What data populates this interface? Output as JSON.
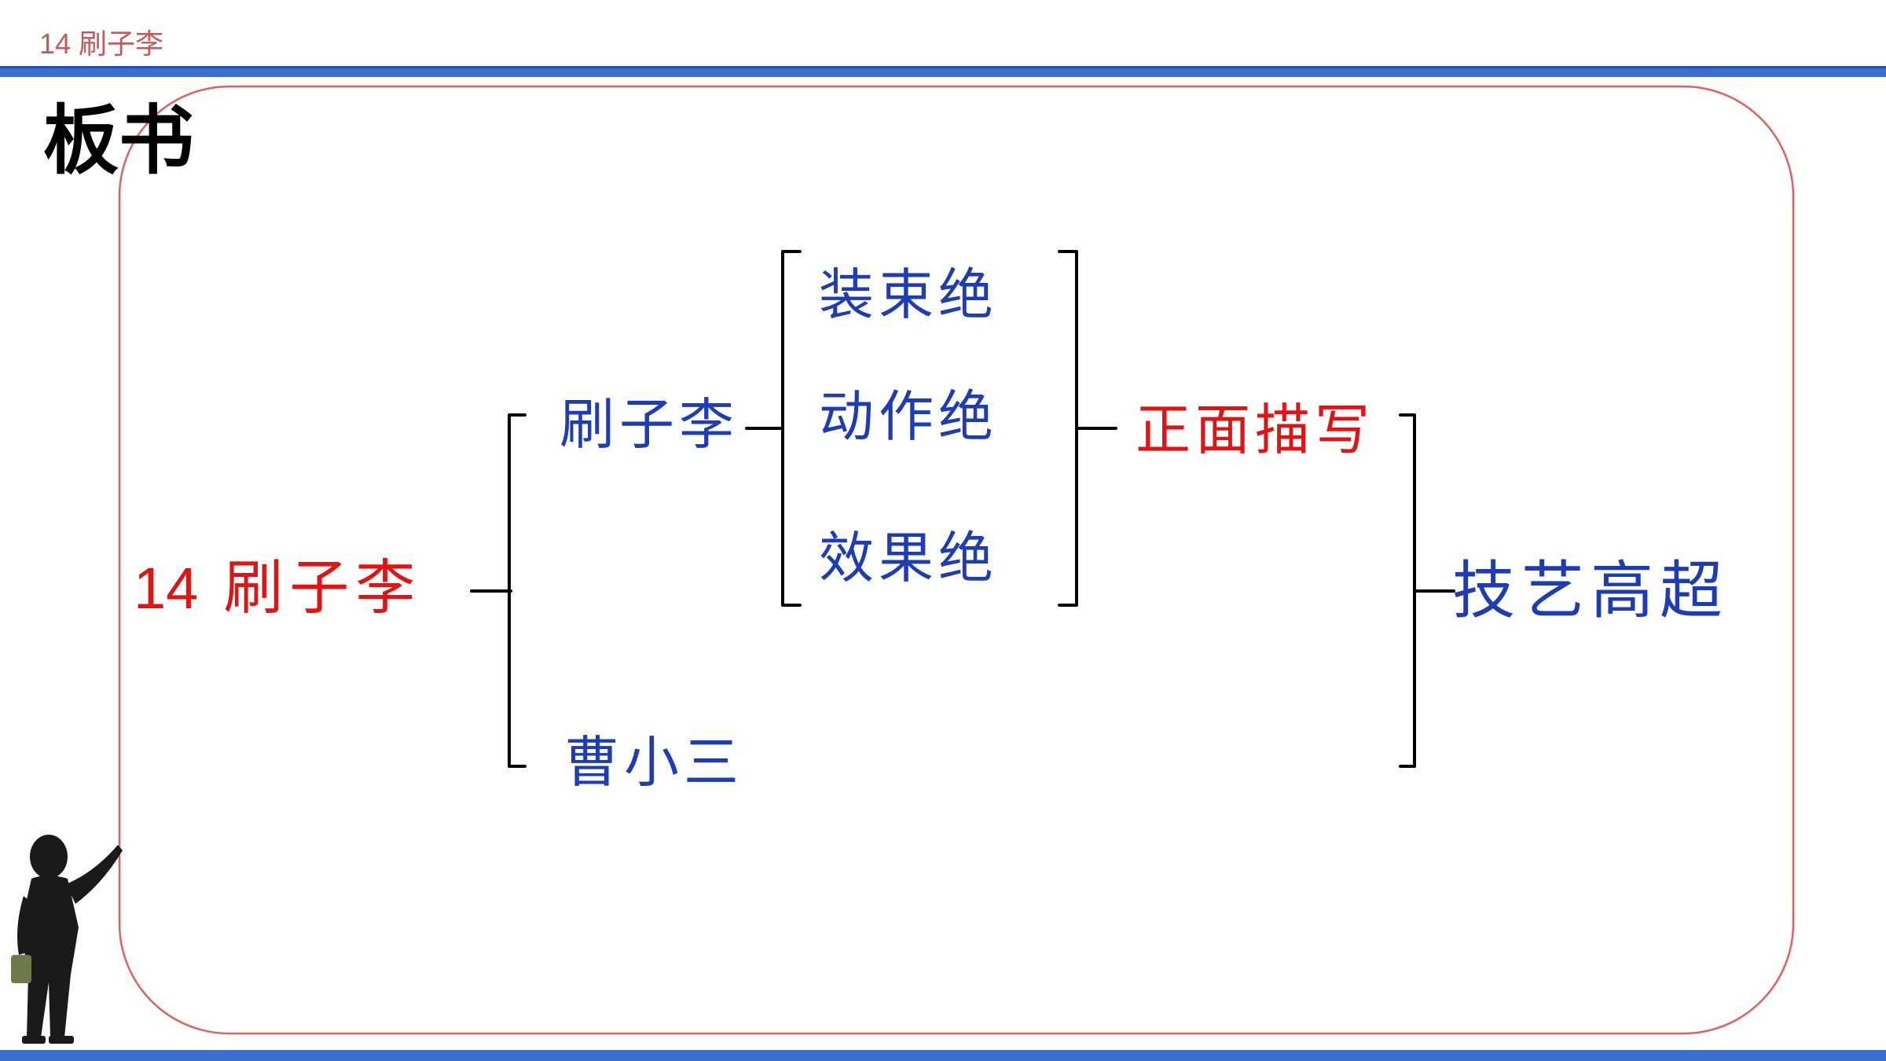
{
  "header": {
    "lesson_label": "14 刷子李",
    "section_title": "板书"
  },
  "diagram": {
    "root": {
      "number": "14",
      "title": "刷子李"
    },
    "branch_main": "刷子李",
    "branch_other": "曹小三",
    "traits": [
      "装束绝",
      "动作绝",
      "效果绝"
    ],
    "method": "正面描写",
    "conclusion": "技艺高超"
  },
  "colors": {
    "header_rule": "#3b6fd0",
    "frame_border": "#e06060",
    "red": "#e01414",
    "blue": "#1e3cb4",
    "black": "#000000"
  },
  "decoration": {
    "figure": "painter-figure"
  }
}
